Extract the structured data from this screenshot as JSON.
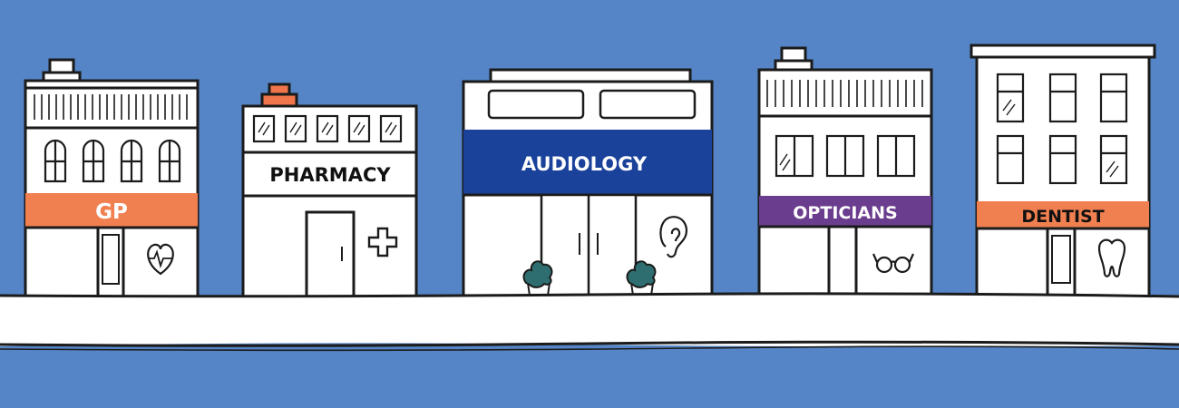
{
  "colors": {
    "sky": "#5585c6",
    "outline": "#1b1b1b",
    "building": "#ffffff",
    "orange_sign": "#f08050",
    "blue_sign": "#1a429a",
    "purple_sign": "#6b3d8e",
    "pharmacy_roof": "#f0754a",
    "plant": "#2f6e70"
  },
  "shops": {
    "gp": {
      "label": "GP",
      "icon": "heart-pulse-icon"
    },
    "pharmacy": {
      "label": "PHARMACY",
      "icon": "medical-cross-icon"
    },
    "audiology": {
      "label": "AUDIOLOGY",
      "icon": "ear-icon"
    },
    "opticians": {
      "label": "OPTICIANS",
      "icon": "glasses-icon"
    },
    "dentist": {
      "label": "DENTIST",
      "icon": "tooth-icon"
    }
  }
}
